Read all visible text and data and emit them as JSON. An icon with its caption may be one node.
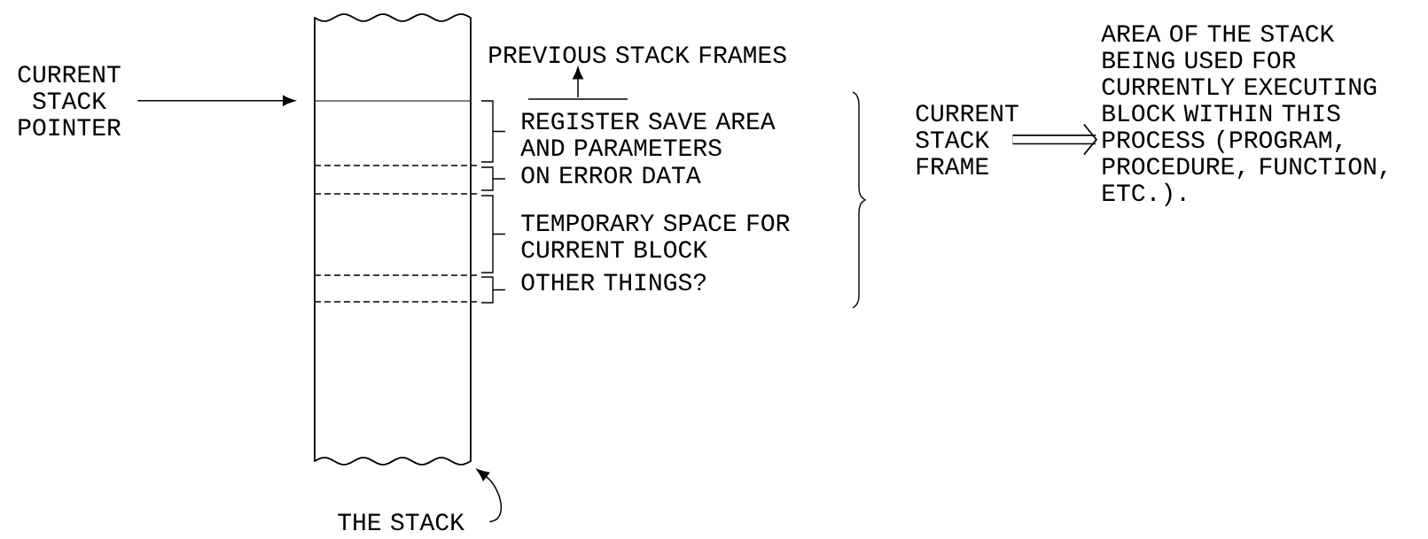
{
  "diagram": {
    "nodes": [
      {
        "text": [
          "CURRENT STACK POINTER"
        ]
      },
      {
        "text": [],
        "shape": "box"
      },
      {
        "text": [
          "PREVIOUS STACK FRAMES"
        ]
      },
      {
        "text": [
          "REGISTER SAVE AREA AND PARAMETERS"
        ]
      },
      {
        "text": [
          "ON ERROR DATA"
        ]
      },
      {
        "text": [
          "TEMPORARY SPACE FOR CURRENT BLOCK"
        ]
      },
      {
        "text": [
          "OTHER THINGS?"
        ]
      },
      {
        "text": [
          "CURRENT STACK FRAME"
        ]
      },
      {
        "text": [
          "AREA OF THE STACK BEING USED FOR CURRENTLY EXECUTING BLOCK WITHIN THIS PROCESS (PROGRAM, PROCEDURE, FUNCTION, ETC.)."
        ]
      },
      {
        "text": [
          "THE STACK"
        ]
      },
      {
        "text": [],
        "shape": "bar"
      }
    ],
    "edges": [
      {
        "from": 0,
        "to": 1,
        "arrow": "to"
      },
      {
        "from": 10,
        "to": 2,
        "arrow": "to"
      },
      {
        "from": 7,
        "to": 8,
        "arrow": "to",
        "style": "thick"
      },
      {
        "from": 9,
        "to": 1,
        "arrow": "to"
      }
    ]
  }
}
